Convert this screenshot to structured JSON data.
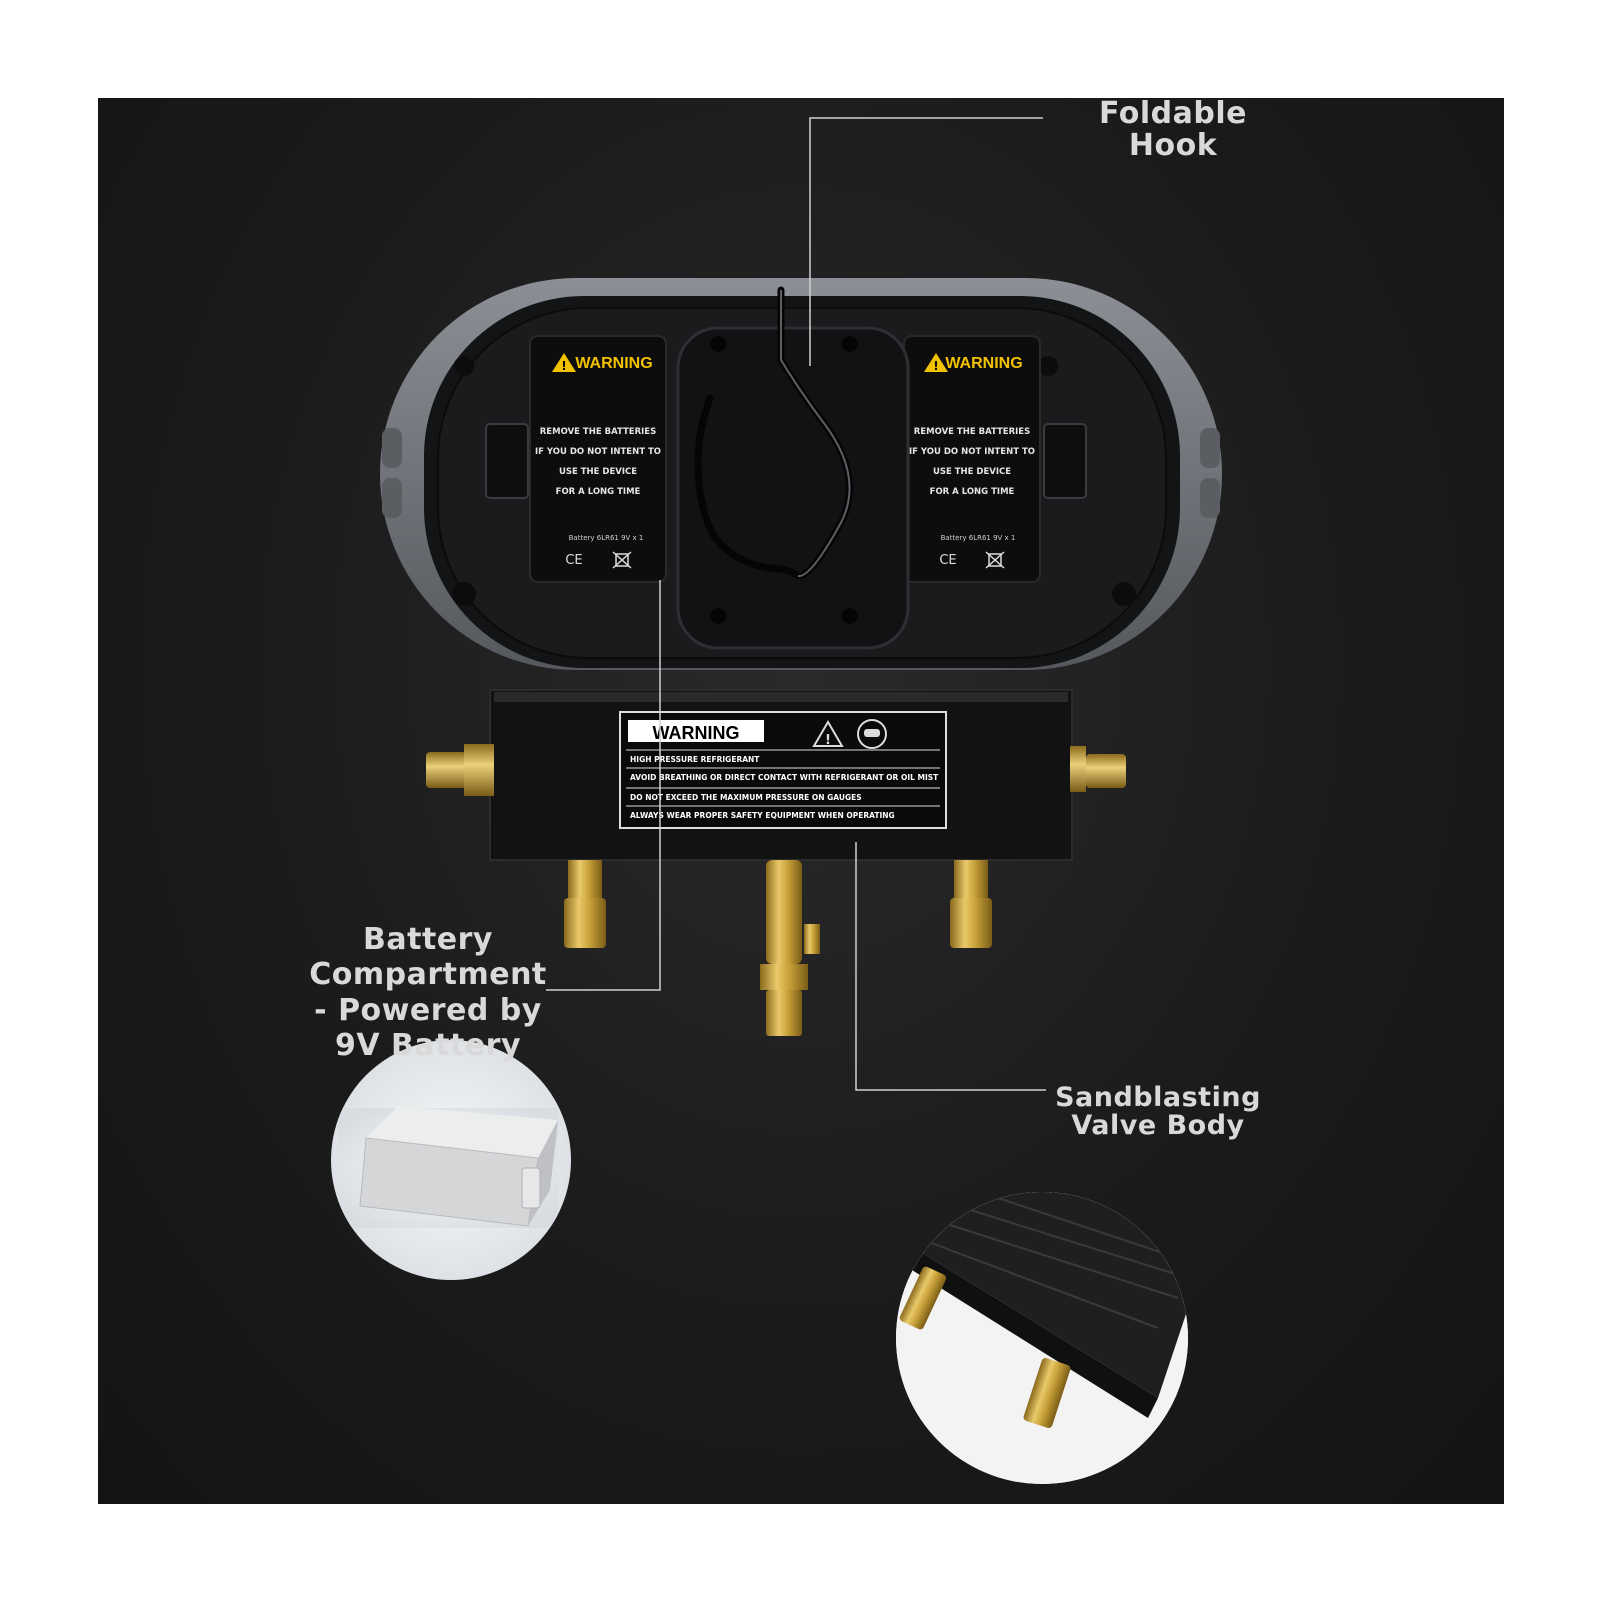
{
  "callouts": {
    "hook": [
      "Foldable",
      "Hook"
    ],
    "battery": [
      "Battery",
      "Compartment",
      "- Powered by",
      "9V Battery"
    ],
    "valve": [
      "Sandblasting",
      "Valve Body"
    ]
  },
  "battery_labels": {
    "title": "WARNING",
    "lines": [
      "REMOVE THE BATTERIES",
      "IF YOU DO NOT INTENT TO",
      "USE THE DEVICE",
      "FOR A LONG TIME"
    ],
    "spec": "Battery 6LR61  9V x 1",
    "marks": "CE"
  },
  "valve_label": {
    "title": "WARNING",
    "lines": [
      "HIGH PRESSURE REFRIGERANT",
      "AVOID BREATHING OR DIRECT CONTACT WITH REFRIGERANT OR OIL MIST",
      "DO NOT EXCEED THE MAXIMUM PRESSURE ON GAUGES",
      "ALWAYS WEAR PROPER SAFETY EQUIPMENT WHEN OPERATING"
    ]
  },
  "colors": {
    "panel": "#1b1b1c",
    "housing": "#6e7177",
    "brass": "#c9a23a",
    "callout_text": "#d9d9d9",
    "warning_yellow": "#f2c200"
  }
}
